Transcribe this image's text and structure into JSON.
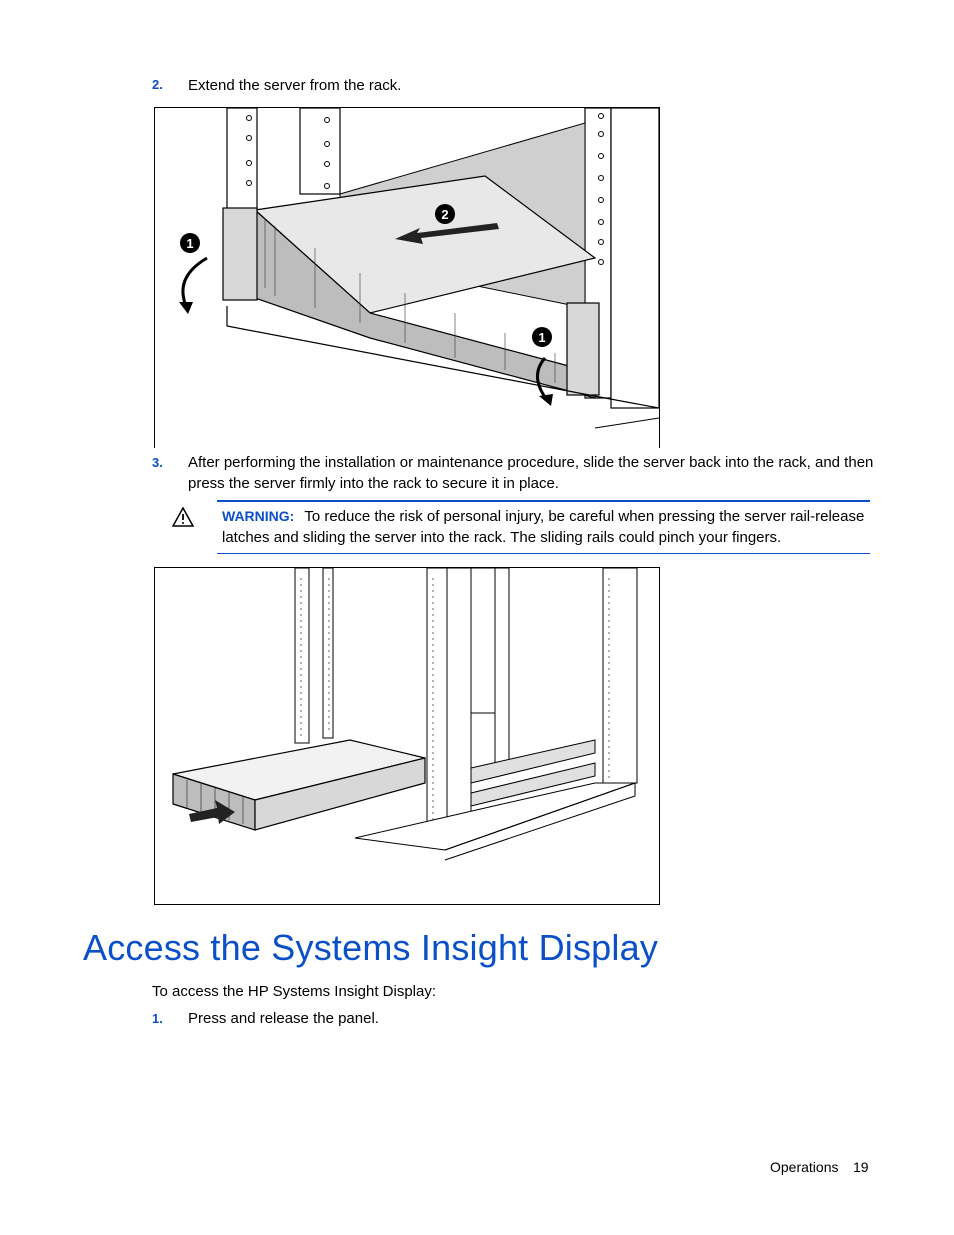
{
  "step2": {
    "number": "2.",
    "text": "Extend the server from the rack."
  },
  "figure1": {
    "callouts": [
      "1",
      "2",
      "1"
    ]
  },
  "step3": {
    "number": "3.",
    "line1": "After performing the installation or maintenance procedure, slide the server back into the rack, and then",
    "line2": "press the server firmly into the rack to secure it in place."
  },
  "warning": {
    "label": "WARNING:",
    "text": "To reduce the risk of personal injury, be careful when pressing the server rail-release latches and sliding the server into the rack. The sliding rails could pinch your fingers.",
    "icon": "warning-triangle-icon"
  },
  "section": {
    "title": "Access the Systems Insight Display",
    "intro": "To access the HP Systems Insight Display:"
  },
  "step1": {
    "number": "1.",
    "text": "Press and release the panel."
  },
  "footer": {
    "section": "Operations",
    "page": "19"
  },
  "colors": {
    "accent": "#0b50c8"
  }
}
